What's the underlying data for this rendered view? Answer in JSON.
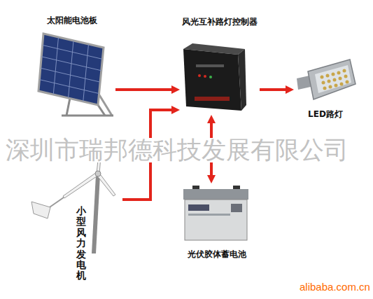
{
  "diagram": {
    "nodes": [
      {
        "text": [
          "太阳能电池板"
        ]
      },
      {
        "text": [
          "风光互补路灯控制器"
        ]
      },
      {
        "text": [
          "LED路灯"
        ]
      },
      {
        "text": [
          "小型风力发电机"
        ]
      },
      {
        "text": [
          "光伏胶体蓄电池"
        ]
      }
    ],
    "edges": [
      {
        "from": 0,
        "to": 1,
        "arrow": "to"
      },
      {
        "from": 3,
        "to": 1,
        "arrow": "to"
      },
      {
        "from": 1,
        "to": 2,
        "arrow": "to"
      },
      {
        "from": 1,
        "to": 4,
        "arrow": "both"
      }
    ],
    "labels": [
      "深圳市瑞邦德科技发展有限公司",
      "alibaba.com.cn"
    ]
  }
}
